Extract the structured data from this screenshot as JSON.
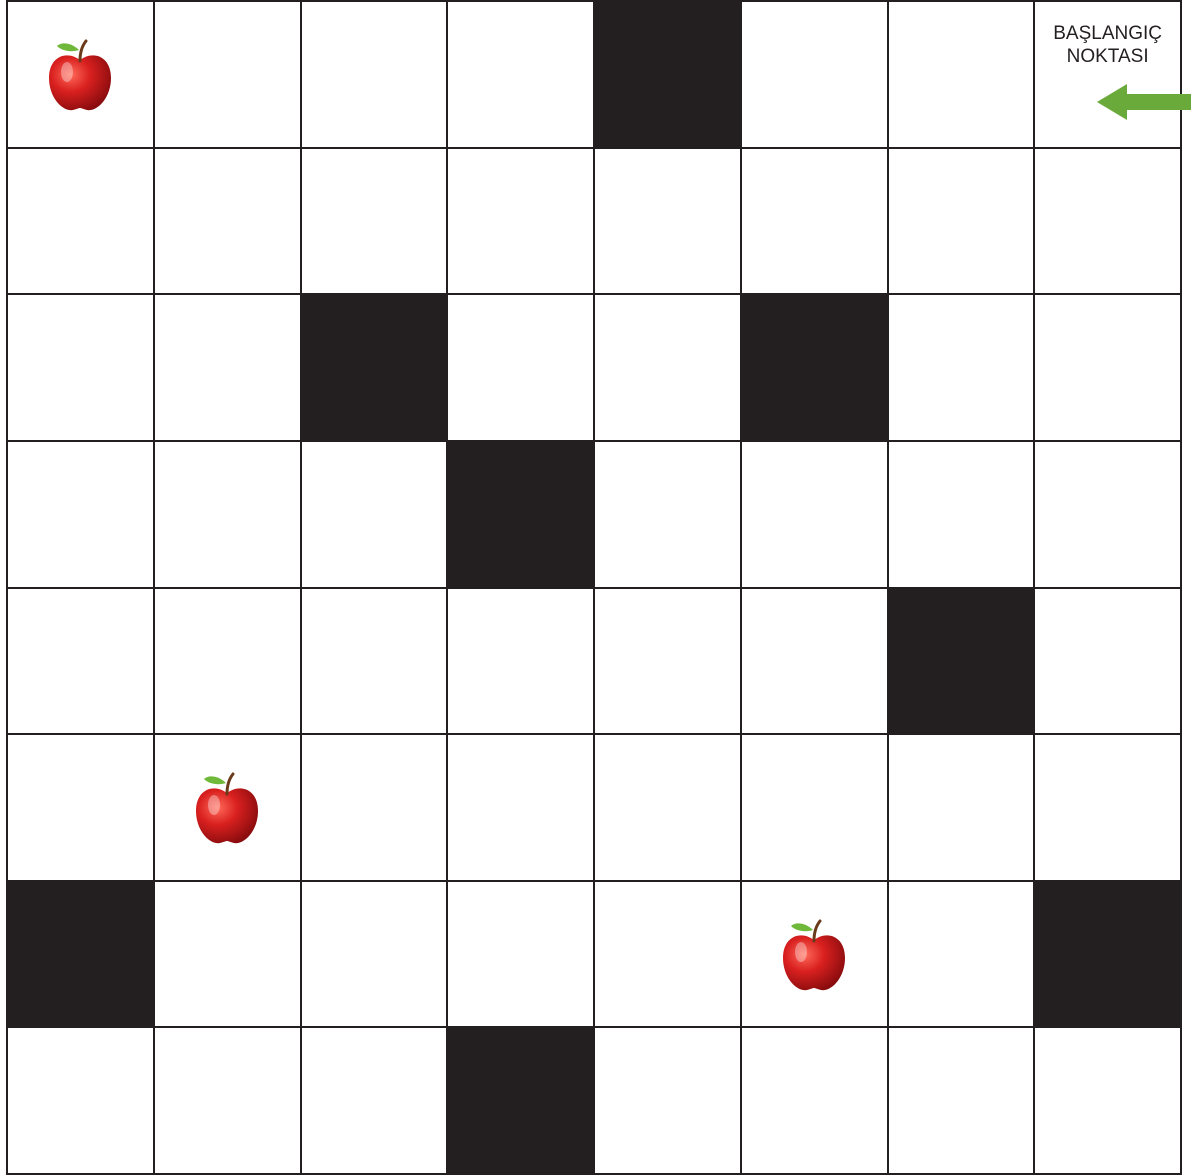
{
  "board": {
    "rows": 8,
    "cols": 8,
    "walls": [
      [
        0,
        4
      ],
      [
        2,
        2
      ],
      [
        2,
        5
      ],
      [
        3,
        3
      ],
      [
        4,
        6
      ],
      [
        6,
        0
      ],
      [
        6,
        7
      ],
      [
        7,
        3
      ]
    ],
    "apples": [
      [
        0,
        0
      ],
      [
        5,
        1
      ],
      [
        6,
        5
      ]
    ],
    "start": {
      "row": 0,
      "col": 7,
      "label_line1": "BAŞLANGIÇ",
      "label_line2": "NOKTASI"
    }
  },
  "colors": {
    "wall": "#231f20",
    "grid_line": "#231f20",
    "apple": "#c81a1e",
    "arrow": "#6aaa3a"
  },
  "icons": {
    "apple": "apple-icon",
    "start_arrow": "arrow-left-icon"
  }
}
